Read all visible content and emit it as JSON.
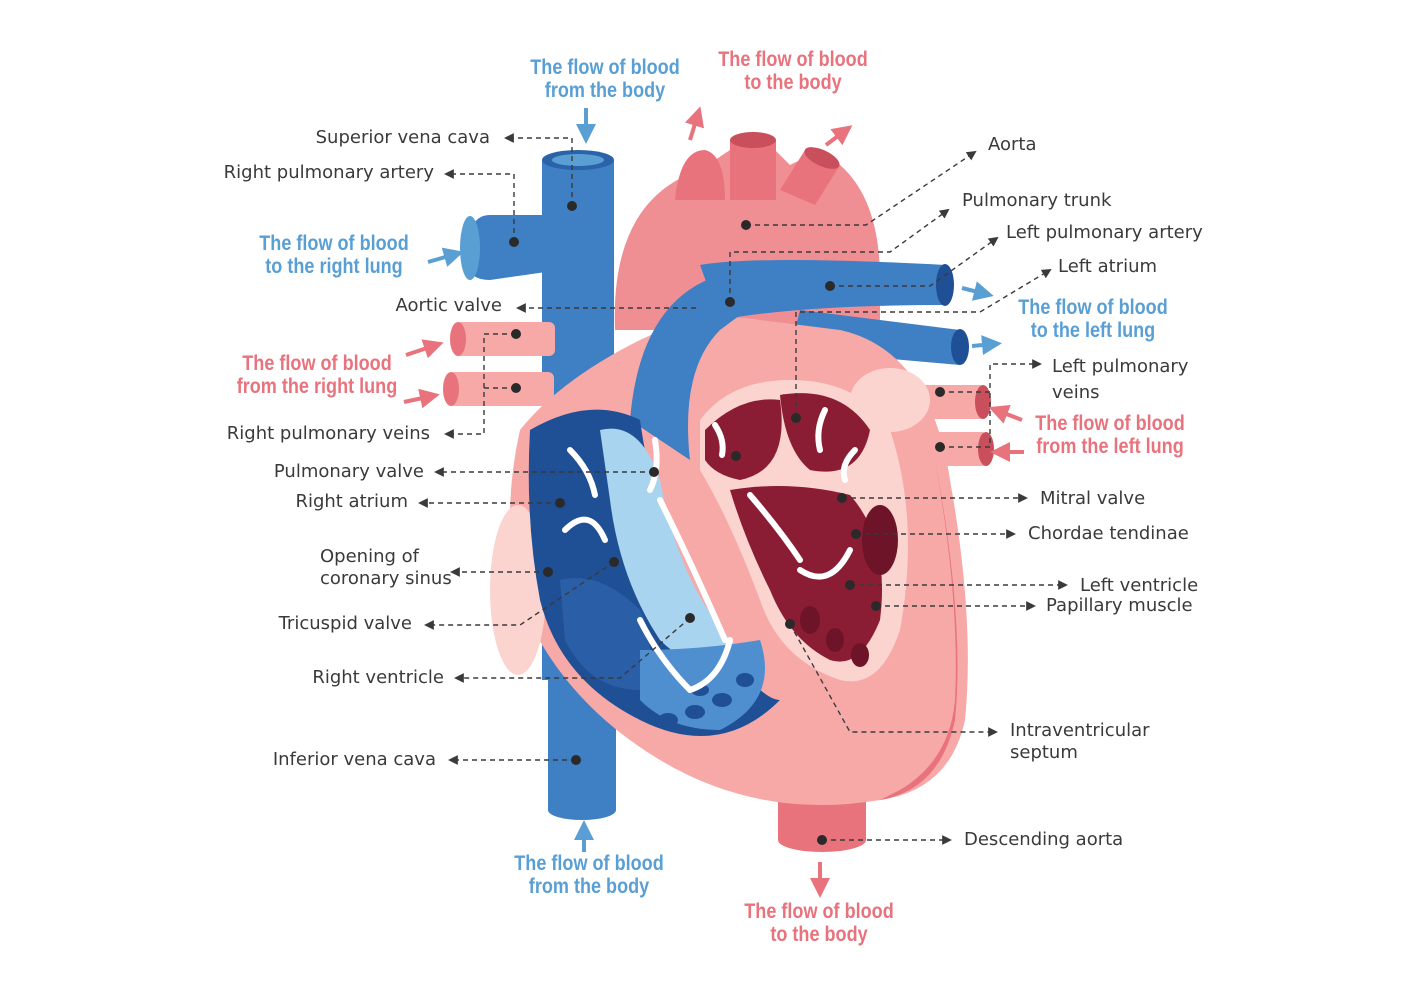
{
  "colors": {
    "blood_oxygen_poor": "#5a9fd4",
    "blood_oxygen_rich": "#e8737d",
    "vein_blue": "#3f7fc4",
    "dark_blue": "#1f4f94",
    "artery_pink": "#ef8f94",
    "muscle_pink": "#f7a9a8",
    "dark_red": "#8a1c33",
    "label_text": "#3a3a3a"
  },
  "flows": {
    "top_blue": {
      "line1": "The flow of blood",
      "line2": "from the body"
    },
    "top_red": {
      "line1": "The flow of blood",
      "line2": "to the body"
    },
    "right_lung": {
      "line1": "The flow of blood",
      "line2": "to the right lung"
    },
    "from_right_lung": {
      "line1": "The flow of blood",
      "line2": "from the right lung"
    },
    "left_lung": {
      "line1": "The flow of blood",
      "line2": "to the left lung"
    },
    "from_left_lung": {
      "line1": "The flow of blood",
      "line2": "from the left lung"
    },
    "bottom_blue": {
      "line1": "The flow of blood",
      "line2": "from the body"
    },
    "bottom_red": {
      "line1": "The flow of blood",
      "line2": "to the body"
    }
  },
  "labels": {
    "superior_vena_cava": "Superior vena cava",
    "right_pulmonary_artery": "Right pulmonary artery",
    "aortic_valve": "Aortic valve",
    "right_pulmonary_veins": "Right pulmonary veins",
    "pulmonary_valve": "Pulmonary valve",
    "right_atrium": "Right atrium",
    "opening_coronary_sinus_1": "Opening of",
    "opening_coronary_sinus_2": "coronary sinus",
    "tricuspid_valve": "Tricuspid valve",
    "right_ventricle": "Right ventricle",
    "inferior_vena_cava": "Inferior vena cava",
    "aorta": "Aorta",
    "pulmonary_trunk": "Pulmonary trunk",
    "left_pulmonary_artery": "Left pulmonary artery",
    "left_atrium": "Left atrium",
    "left_pulmonary_veins_1": "Left pulmonary",
    "left_pulmonary_veins_2": "veins",
    "mitral_valve": "Mitral valve",
    "chordae_tendinae": "Chordae tendinae",
    "left_ventricle": "Left ventricle",
    "papillary_muscle": "Papillary muscle",
    "intraventricular_septum_1": "Intraventricular",
    "intraventricular_septum_2": "septum",
    "descending_aorta": "Descending aorta"
  }
}
